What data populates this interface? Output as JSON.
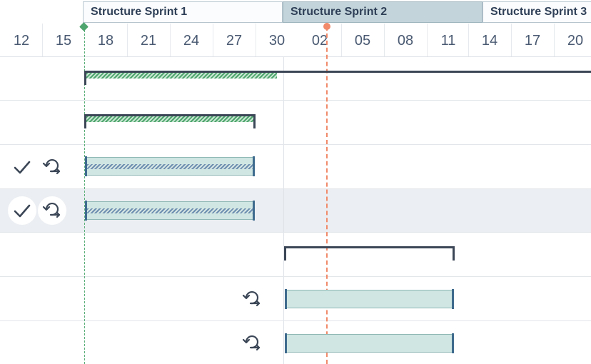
{
  "sprints": [
    {
      "name": "Structure Sprint 1"
    },
    {
      "name": "Structure Sprint 2"
    },
    {
      "name": "Structure Sprint 3"
    }
  ],
  "dates": [
    "12",
    "15",
    "18",
    "21",
    "24",
    "27",
    "30",
    "02",
    "05",
    "08",
    "11",
    "14",
    "17",
    "20"
  ],
  "icons": {
    "check": "check-icon",
    "transition": "transition-arrow-icon"
  },
  "colors": {
    "today_marker": "#f08a6a",
    "sprint_start_marker": "#5aae78",
    "task_fill": "#cfe6e2",
    "active_sprint": "#c3d4da"
  }
}
